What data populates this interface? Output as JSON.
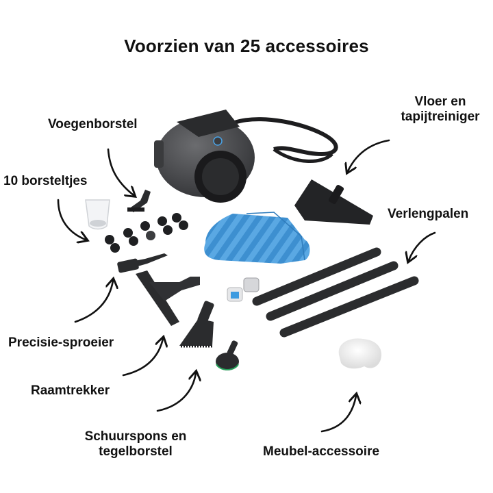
{
  "title": "Voorzien van 25 accessoires",
  "labels": {
    "voegenborstel": "Voegenborstel",
    "borsteltjes": "10 borsteltjes",
    "vloer_line1": "Vloer en",
    "vloer_line2": "tapijtreiniger",
    "verlengpalen": "Verlengpalen",
    "precisie": "Precisie-sproeier",
    "raamtrekker": "Raamtrekker",
    "schuur_line1": "Schuurspons en",
    "schuur_line2": "tegelborstel",
    "meubel": "Meubel-accessoire"
  },
  "colors": {
    "text": "#111111",
    "device_body": "#4a4b4d",
    "accessory_black": "#2b2c2e",
    "mop_pad_blue": "#3d8fd0",
    "mop_pad_stripe": "#5aa8e3",
    "bonnet_white": "#f2f2f2",
    "background": "#ffffff"
  }
}
